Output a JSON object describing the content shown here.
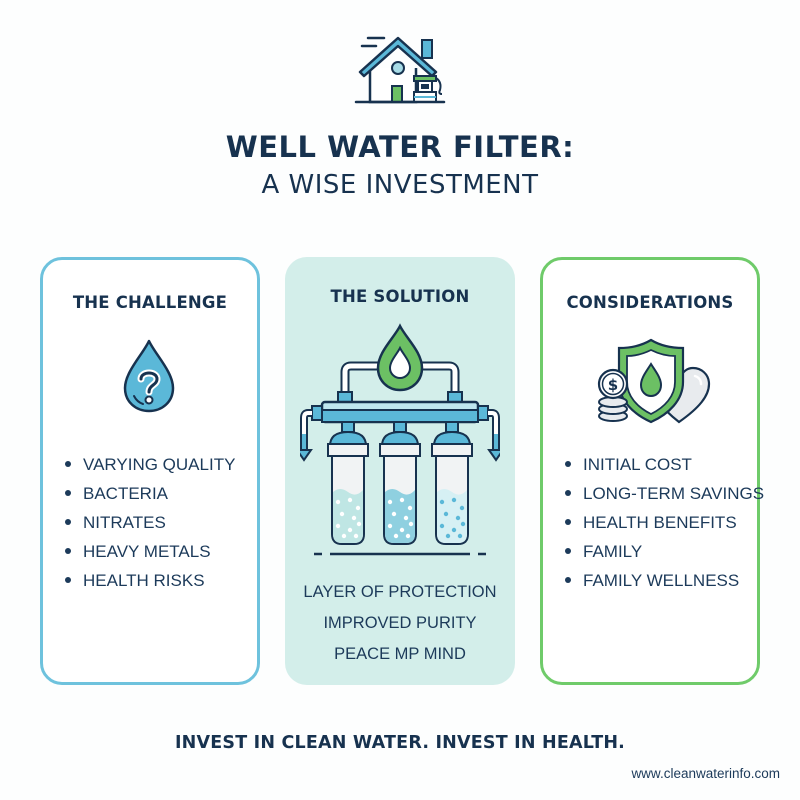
{
  "header": {
    "icon": "house-with-well-icon",
    "title_line1": "WELL WATER FILTER:",
    "title_line2": "A WISE INVESTMENT"
  },
  "panels": {
    "challenge": {
      "title": "THE CHALLENGE",
      "icon": "water-drop-question-icon",
      "border_color": "#6ec2dd",
      "items": [
        "VARYING QUALITY",
        "BACTERIA",
        "NITRATES",
        "HEAVY METALS",
        "HEALTH RISKS"
      ]
    },
    "solution": {
      "title": "THE SOLUTION",
      "icon": "three-stage-water-filter-icon",
      "background_color": "#d3eeea",
      "items": [
        "LAYER OF PROTECTION",
        "IMPROVED PURITY",
        "PEACE MP MIND"
      ]
    },
    "considerations": {
      "title": "CONSIDERATIONS",
      "icon": "shield-coins-heart-icon",
      "border_color": "#6fcb6a",
      "items": [
        "INITIAL COST",
        "LONG-TERM SAVINGS",
        "HEALTH BENEFITS",
        "FAMILY",
        "FAMILY WELLNESS"
      ]
    }
  },
  "footer": {
    "tagline": "INVEST IN CLEAN WATER. INVEST IN HEALTH.",
    "website": "www.cleanwaterinfo.com"
  },
  "colors": {
    "navy_text": "#17324f",
    "water_blue": "#5bb8d8",
    "accent_green": "#6cc064"
  }
}
